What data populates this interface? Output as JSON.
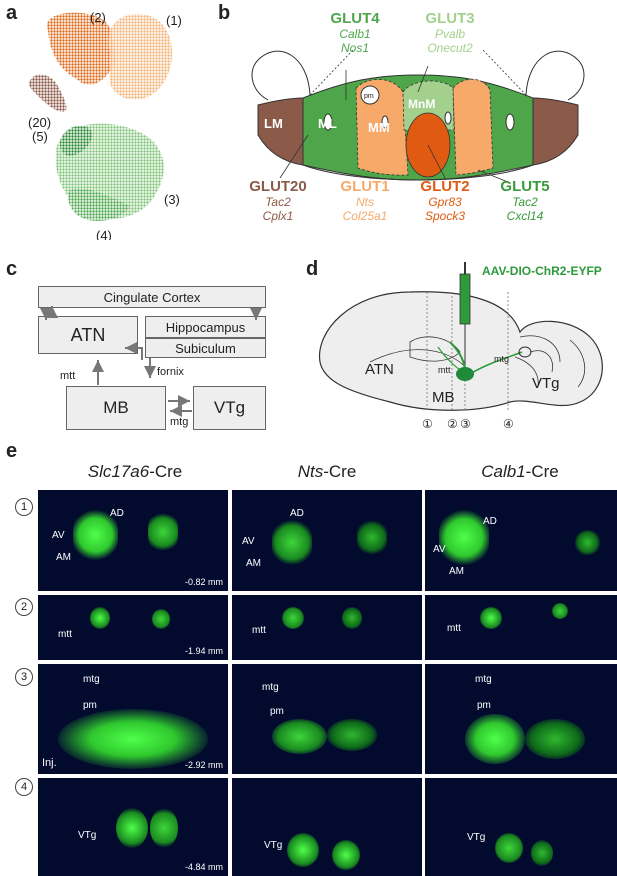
{
  "panels": {
    "a": "a",
    "b": "b",
    "c": "c",
    "d": "d",
    "e": "e"
  },
  "panel_a": {
    "clusters": [
      "(2)",
      "(1)",
      "(20)",
      "(5)",
      "(3)",
      "(4)"
    ]
  },
  "panel_b": {
    "regions": [
      "LM",
      "ML",
      "MM",
      "MnM",
      "pm"
    ],
    "groups": [
      {
        "name": "GLUT4",
        "genes": [
          "Calb1",
          "Nos1"
        ]
      },
      {
        "name": "GLUT3",
        "genes": [
          "Pvalb",
          "Onecut2"
        ]
      },
      {
        "name": "GLUT20",
        "genes": [
          "Tac2",
          "Cplx1"
        ]
      },
      {
        "name": "GLUT1",
        "genes": [
          "Nts",
          "Col25a1"
        ]
      },
      {
        "name": "GLUT2",
        "genes": [
          "Gpr83",
          "Spock3"
        ]
      },
      {
        "name": "GLUT5",
        "genes": [
          "Tac2",
          "Cxcl14"
        ]
      }
    ],
    "colors": {
      "glut4": "#4fa54a",
      "glut3": "#a3d08c",
      "glut20": "#8c5a48",
      "glut1": "#f7a96a",
      "glut2": "#e05a12",
      "glut5": "#3a9a3c"
    }
  },
  "panel_c": {
    "boxes": [
      "Cingulate Cortex",
      "ATN",
      "Hippocampus",
      "Subiculum",
      "MB",
      "VTg"
    ],
    "edges": [
      "mtt",
      "fornix",
      "mtg"
    ]
  },
  "panel_d": {
    "virus": "AAV-DIO-ChR2-EYFP",
    "labels": [
      "ATN",
      "mtt",
      "MB",
      "mtg",
      "VTg"
    ],
    "sections": [
      "①",
      "②",
      "③",
      "④"
    ]
  },
  "panel_e": {
    "columns": [
      {
        "italic": "Slc17a6",
        "suffix": "-Cre"
      },
      {
        "italic": "Nts",
        "suffix": "-Cre"
      },
      {
        "italic": "Calb1",
        "suffix": "-Cre"
      }
    ],
    "rows": [
      {
        "num": "1",
        "scale": "-0.82 mm",
        "tags": [
          "AD",
          "AV",
          "AM"
        ]
      },
      {
        "num": "2",
        "scale": "-1.94 mm",
        "tags": [
          "mtt"
        ]
      },
      {
        "num": "3",
        "scale": "-2.92 mm",
        "tags": [
          "mtg",
          "pm"
        ],
        "inj": "Inj."
      },
      {
        "num": "4",
        "scale": "-4.84 mm",
        "tags": [
          "VTg"
        ]
      }
    ]
  }
}
